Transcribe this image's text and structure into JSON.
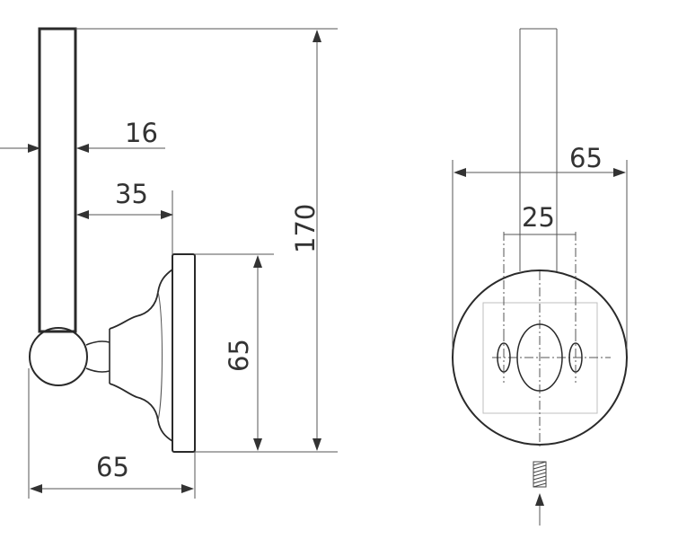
{
  "side_view": {
    "dim_rod_thickness": "16",
    "dim_projection": "35",
    "dim_plate_height": "65",
    "dim_total_height": "170",
    "dim_total_depth": "65"
  },
  "front_view": {
    "dim_plate_diameter": "65",
    "dim_hole_spacing": "25"
  },
  "colors": {
    "line": "#2a2a2a",
    "text": "#333333",
    "background": "#ffffff"
  }
}
